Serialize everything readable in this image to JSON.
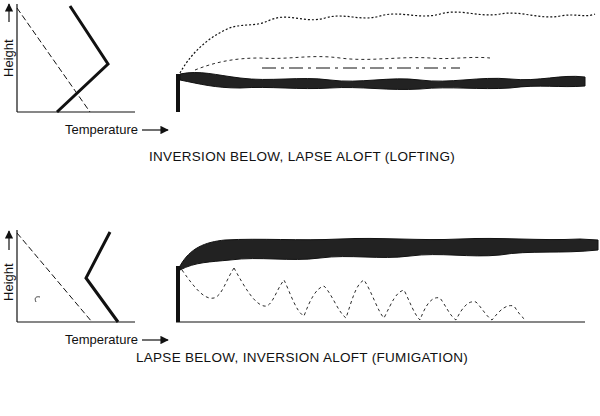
{
  "diagram": {
    "labels": [
      "Height",
      "Temperature",
      "INVERSION BELOW, LAPSE ALOFT (LOFTING)",
      "Height",
      "Temperature",
      "LAPSE BELOW, INVERSION ALOFT (FUMIGATION)"
    ]
  }
}
